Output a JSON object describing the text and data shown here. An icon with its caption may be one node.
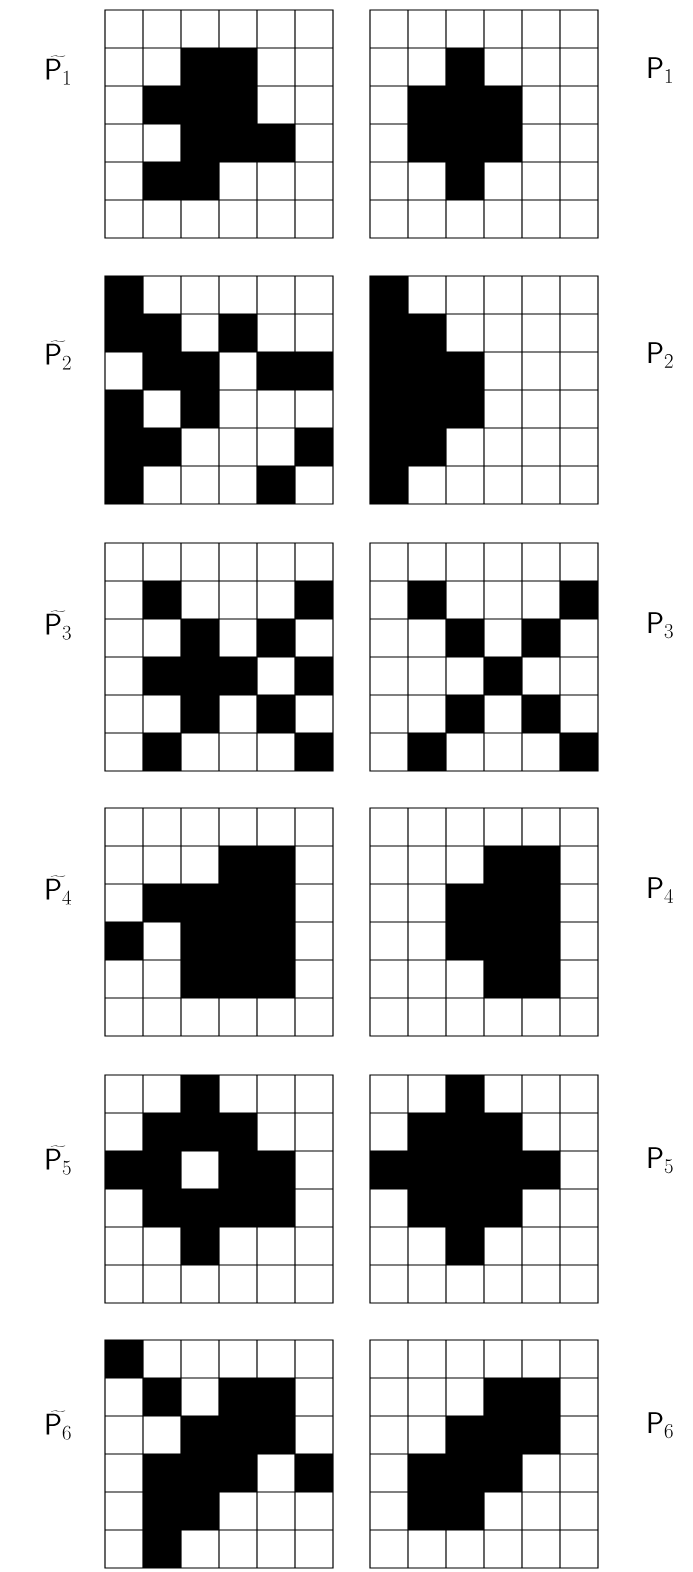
{
  "diagram": {
    "labels": [
      "\\widetilde{\\mathsf{P}_{1}}",
      "\\mathsf{P}_{1}",
      "\\widetilde{\\mathsf{P}_{2}}",
      "\\mathsf{P}_{2}",
      "\\widetilde{\\mathsf{P}_{3}}",
      "\\mathsf{P}_{3}",
      "\\widetilde{\\mathsf{P}_{4}}",
      "\\mathsf{P}_{4}",
      "\\widetilde{\\mathsf{P}_{5}}",
      "\\mathsf{P}_{5}",
      "\\widetilde{\\mathsf{P}_{6}}",
      "\\mathsf{P}_{6}"
    ]
  }
}
